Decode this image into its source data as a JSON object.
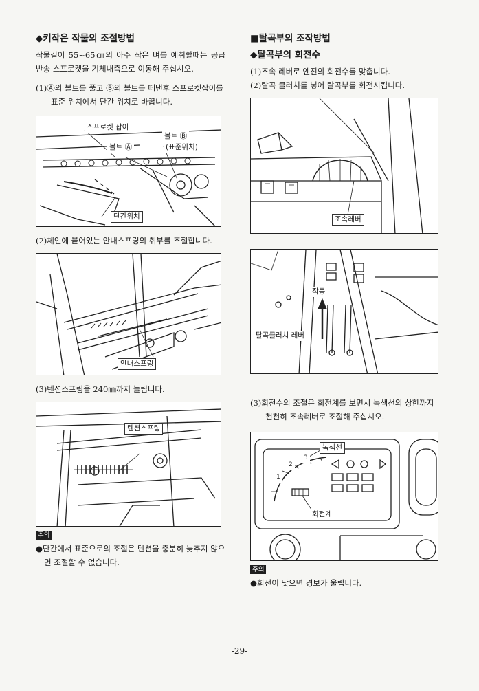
{
  "left": {
    "heading": "◆키작은 작물의 조절방법",
    "intro": "작물길이 55~65㎝의 아주 작은 벼를 예취할때는 공급 반송 스프로켓을 기체내측으로 이동해 주십시오.",
    "step1": "(1)Ⓐ의 볼트를 풀고 Ⓑ의 볼트를 떼낸후 스프로켓잡이를 표준 위치에서 단간 위치로 바꿉니다.",
    "fig1": {
      "label_sprocket": "스프로켓 잡이",
      "label_bolt_b": "볼트 Ⓑ",
      "label_standard": "(표준위치)",
      "label_bolt_a": "볼트 Ⓐ",
      "label_short": "단간위치"
    },
    "step2": "(2)체인에 붙어있는 안내스프링의 취부를 조절합니다.",
    "fig2": {
      "label_guide_spring": "안내스프링"
    },
    "step3": "(3)텐션스프링을 240㎜까지 늘립니다.",
    "fig3": {
      "label_tension_spring": "텐션스프링"
    },
    "caution_tag": "주의",
    "caution_text": "●단간에서 표준으로의 조절은 텐션을 충분히 늦추지 않으면 조절할 수 없습니다."
  },
  "right": {
    "section_title": "■탈곡부의 조작방법",
    "heading": "◆탈곡부의 회전수",
    "step1": "(1)조속 레버로 엔진의 회전수를 맞춥니다.",
    "step2": "(2)탈곡 클러치를 넣어 탈곡부를 회전시킵니다.",
    "fig1": {
      "label_speed_lever": "조속레버"
    },
    "fig2": {
      "label_action": "작동",
      "label_clutch": "탈곡클러치 레버"
    },
    "step3": "(3)회전수의 조절은 회전계를 보면서 녹색선의 상한까지 천천히 조속레버로 조절해 주십시오.",
    "fig3": {
      "label_green_line": "녹색선",
      "label_tachometer": "회전계",
      "dial_1": "1",
      "dial_2": "2",
      "dial_3": "3"
    },
    "caution_tag": "주의",
    "caution_text": "●회전이 낮으면 경보가 울립니다."
  },
  "page_number": "-29-"
}
